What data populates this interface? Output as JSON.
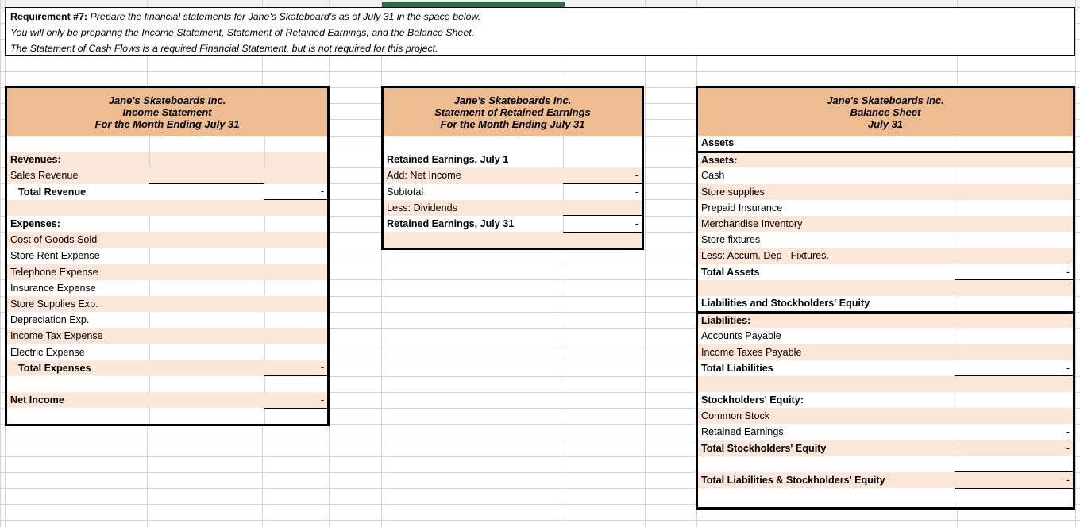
{
  "sheet": {
    "column_header_selected_color": "#2f6b4a",
    "header_fill": "#edbc91",
    "stripe_fill": "#fae7da",
    "grid_color": "#d4d4d4"
  },
  "requirement": {
    "label": "Requirement #7:",
    "line1": " Prepare the financial statements for Jane's Skateboard's as of July 31 in the space below.",
    "line2": "You will only be preparing the Income Statement, Statement of Retained Earnings, and the Balance Sheet.",
    "line3": "The Statement of Cash Flows is a required Financial Statement, but is not required for this project."
  },
  "income_statement": {
    "title_line1": "Jane's Skateboards Inc.",
    "title_line2": "Income Statement",
    "title_line3": "For the Month Ending July 31",
    "rows": [
      {
        "label": "",
        "mid": "",
        "val": ""
      },
      {
        "label": "Revenues:",
        "mid": "",
        "val": ""
      },
      {
        "label": "Sales Revenue",
        "mid": "",
        "val": ""
      },
      {
        "label": "Total Revenue",
        "mid": "",
        "val": "-"
      },
      {
        "label": "",
        "mid": "",
        "val": ""
      },
      {
        "label": "Expenses:",
        "mid": "",
        "val": ""
      },
      {
        "label": "Cost of Goods Sold",
        "mid": "",
        "val": ""
      },
      {
        "label": "Store Rent Expense",
        "mid": "",
        "val": ""
      },
      {
        "label": "Telephone Expense",
        "mid": "",
        "val": ""
      },
      {
        "label": "Insurance Expense",
        "mid": "",
        "val": ""
      },
      {
        "label": "Store Supplies Exp.",
        "mid": "",
        "val": ""
      },
      {
        "label": "Depreciation Exp.",
        "mid": "",
        "val": ""
      },
      {
        "label": "Income Tax Expense",
        "mid": "",
        "val": ""
      },
      {
        "label": "Electric Expense",
        "mid": "",
        "val": ""
      },
      {
        "label": "Total Expenses",
        "mid": "",
        "val": "-"
      },
      {
        "label": "",
        "mid": "",
        "val": ""
      },
      {
        "label": "Net Income",
        "mid": "",
        "val": "-"
      },
      {
        "label": "",
        "mid": "",
        "val": ""
      }
    ]
  },
  "retained_earnings": {
    "title_line1": "Jane's Skateboards Inc.",
    "title_line2": "Statement of Retained Earnings",
    "title_line3": "For the Month Ending July 31",
    "rows": [
      {
        "label": "",
        "val": ""
      },
      {
        "label": "Retained Earnings, July 1",
        "val": ""
      },
      {
        "label": "Add: Net Income",
        "val": "-"
      },
      {
        "label": "Subtotal",
        "val": "-"
      },
      {
        "label": "Less: Dividends",
        "val": ""
      },
      {
        "label": "Retained Earnings, July 31",
        "val": "-"
      },
      {
        "label": "",
        "val": ""
      }
    ]
  },
  "balance_sheet": {
    "title_line1": "Jane's Skateboards Inc.",
    "title_line2": "Balance Sheet",
    "title_line3": "July 31",
    "section_header": "Assets",
    "rows": [
      {
        "label": "Assets:",
        "val": ""
      },
      {
        "label": "Cash",
        "val": ""
      },
      {
        "label": "Store supplies",
        "val": ""
      },
      {
        "label": "Prepaid Insurance",
        "val": ""
      },
      {
        "label": "Merchandise Inventory",
        "val": ""
      },
      {
        "label": "Store fixtures",
        "val": ""
      },
      {
        "label": "Less: Accum. Dep - Fixtures.",
        "val": ""
      },
      {
        "label": "Total Assets",
        "val": "-"
      },
      {
        "label": "",
        "val": ""
      },
      {
        "label": "Liabilities and Stockholders' Equity",
        "val": ""
      },
      {
        "label": "Liabilities:",
        "val": ""
      },
      {
        "label": "Accounts Payable",
        "val": ""
      },
      {
        "label": "Income Taxes Payable",
        "val": ""
      },
      {
        "label": "Total Liabilities",
        "val": "-"
      },
      {
        "label": "",
        "val": ""
      },
      {
        "label": "Stockholders' Equity:",
        "val": ""
      },
      {
        "label": "Common Stock",
        "val": ""
      },
      {
        "label": "Retained Earnings",
        "val": "-"
      },
      {
        "label": "Total Stockholders' Equity",
        "val": "-"
      },
      {
        "label": "",
        "val": ""
      },
      {
        "label": "Total Liabilities & Stockholders' Equity",
        "val": "-"
      },
      {
        "label": "",
        "val": ""
      }
    ]
  }
}
